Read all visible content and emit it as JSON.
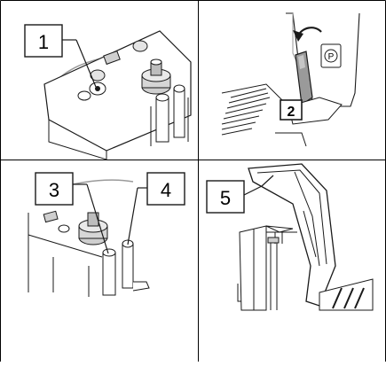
{
  "panels": [
    {
      "callouts": [
        "1"
      ],
      "icons": [
        "parking-brake-icon"
      ],
      "icon_text": "P",
      "label_box": "2"
    },
    {
      "callouts": [
        "3",
        "4"
      ]
    },
    {
      "callouts": [
        "5"
      ]
    }
  ],
  "colors": {
    "line": "#1a1a1a",
    "grey": "#cfcfcf",
    "grid": "#000000"
  }
}
